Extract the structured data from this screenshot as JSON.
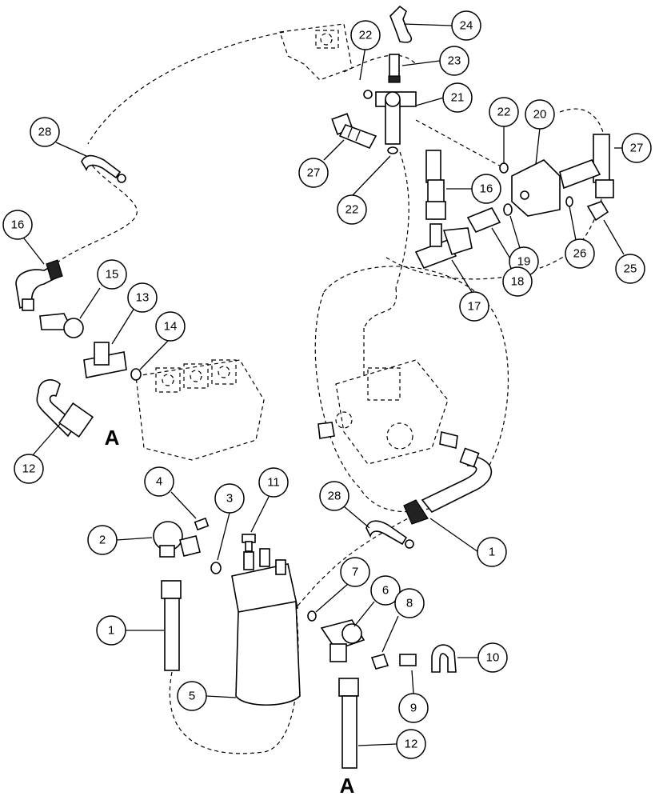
{
  "callouts": [
    {
      "n": "24"
    },
    {
      "n": "22"
    },
    {
      "n": "23"
    },
    {
      "n": "21"
    },
    {
      "n": "22"
    },
    {
      "n": "20"
    },
    {
      "n": "27"
    },
    {
      "n": "27"
    },
    {
      "n": "16"
    },
    {
      "n": "22"
    },
    {
      "n": "28"
    },
    {
      "n": "16"
    },
    {
      "n": "19"
    },
    {
      "n": "26"
    },
    {
      "n": "25"
    },
    {
      "n": "18"
    },
    {
      "n": "17"
    },
    {
      "n": "15"
    },
    {
      "n": "13"
    },
    {
      "n": "14"
    },
    {
      "n": "12"
    },
    {
      "n": "4"
    },
    {
      "n": "3"
    },
    {
      "n": "11"
    },
    {
      "n": "28"
    },
    {
      "n": "2"
    },
    {
      "n": "1"
    },
    {
      "n": "7"
    },
    {
      "n": "6"
    },
    {
      "n": "8"
    },
    {
      "n": "10"
    },
    {
      "n": "1"
    },
    {
      "n": "9"
    },
    {
      "n": "5"
    },
    {
      "n": "12"
    }
  ],
  "section_labels": {
    "a_upper": "A",
    "a_lower": "A"
  }
}
